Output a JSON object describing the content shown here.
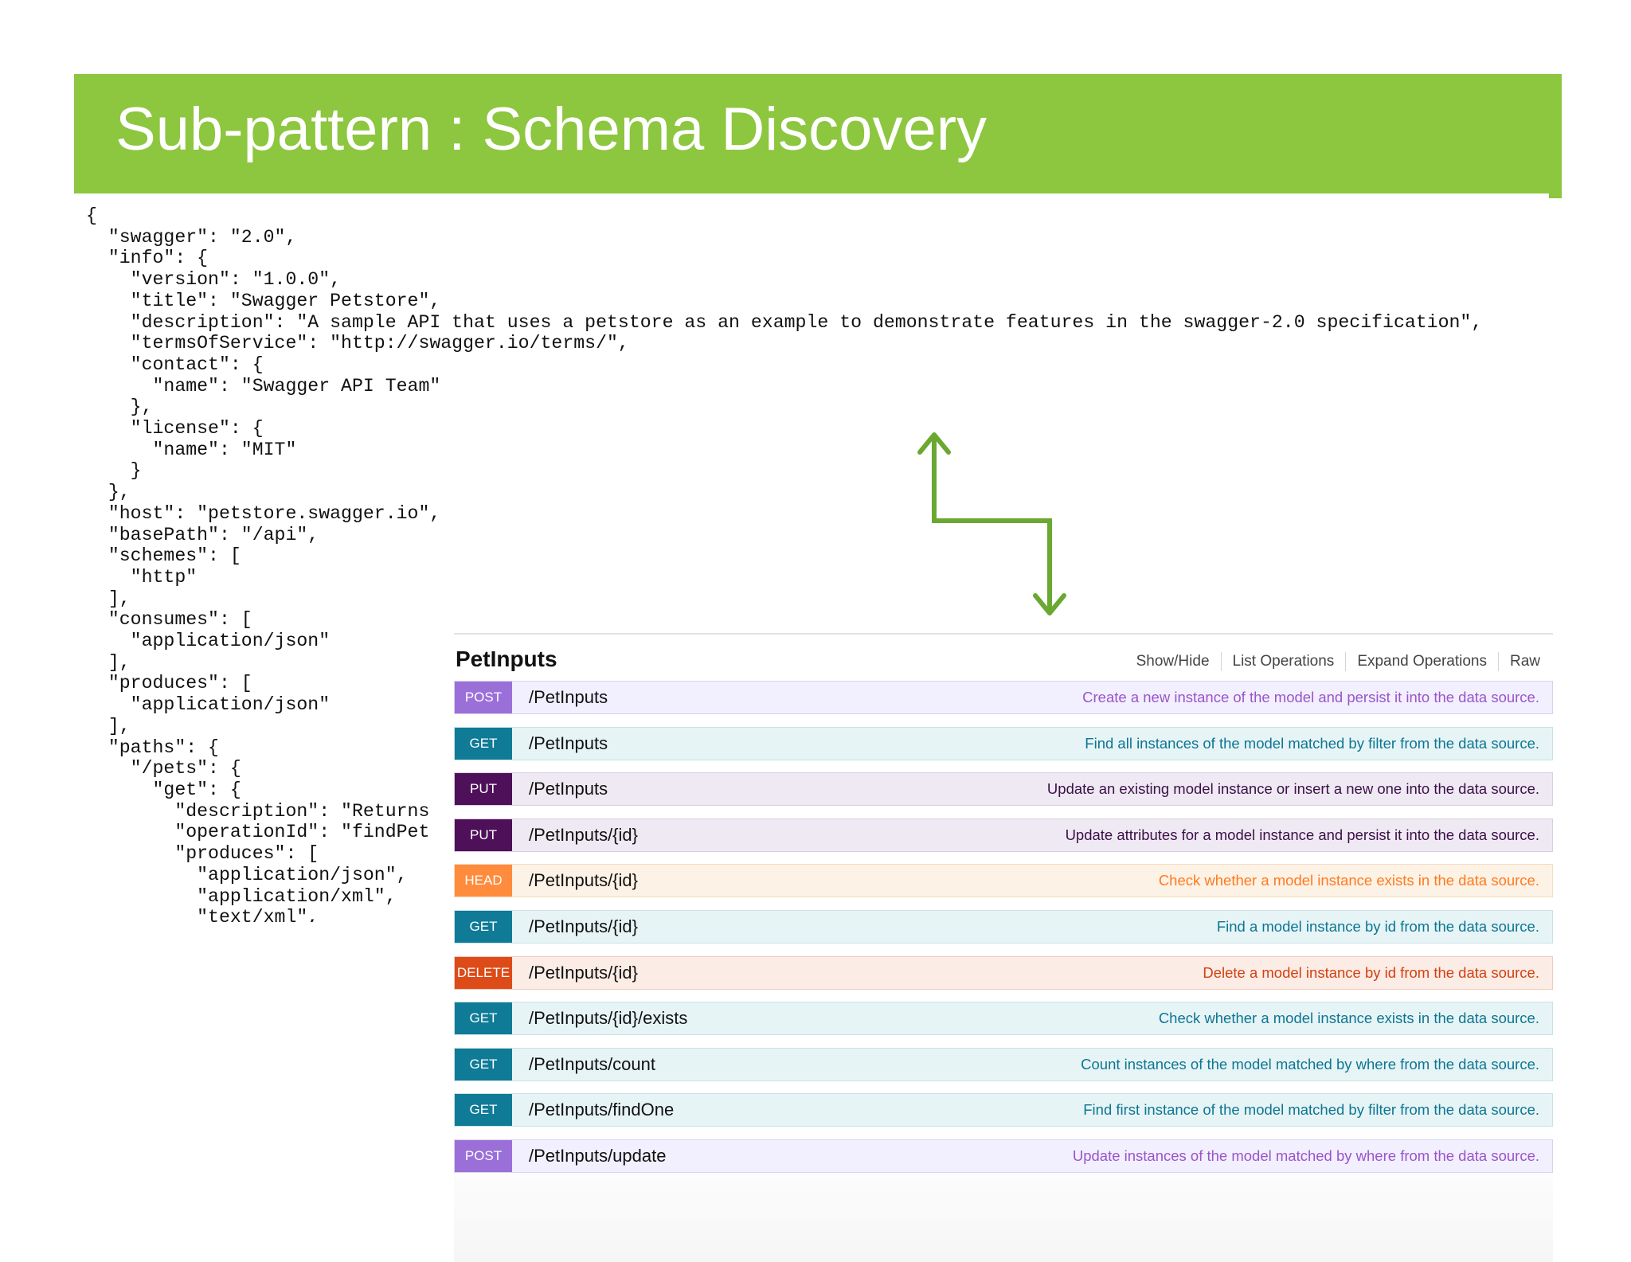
{
  "slide": {
    "title": "Sub-pattern : Schema Discovery"
  },
  "json_code": "{\n  \"swagger\": \"2.0\",\n  \"info\": {\n    \"version\": \"1.0.0\",\n    \"title\": \"Swagger Petstore\",\n    \"description\": \"A sample API that uses a petstore as an example to demonstrate features in the swagger-2.0 specification\",\n    \"termsOfService\": \"http://swagger.io/terms/\",\n    \"contact\": {\n      \"name\": \"Swagger API Team\"\n    },\n    \"license\": {\n      \"name\": \"MIT\"\n    }\n  },\n  \"host\": \"petstore.swagger.io\",\n  \"basePath\": \"/api\",\n  \"schemes\": [\n    \"http\"\n  ],\n  \"consumes\": [\n    \"application/json\"\n  ],\n  \"produces\": [\n    \"application/json\"\n  ],\n  \"paths\": {\n    \"/pets\": {\n      \"get\": {\n        \"description\": \"Returns\n        \"operationId\": \"findPet\n        \"produces\": [\n          \"application/json\",\n          \"application/xml\",\n          \"text/xml\",",
  "resource": {
    "title": "PetInputs",
    "links": [
      "Show/Hide",
      "List Operations",
      "Expand Operations",
      "Raw"
    ]
  },
  "operations": [
    {
      "method": "POST",
      "path": "/PetInputs",
      "description": "Create a new instance of the model and persist it into the data source."
    },
    {
      "method": "GET",
      "path": "/PetInputs",
      "description": "Find all instances of the model matched by filter from the data source."
    },
    {
      "method": "PUT",
      "path": "/PetInputs",
      "description": "Update an existing model instance or insert a new one into the data source."
    },
    {
      "method": "PUT",
      "path": "/PetInputs/{id}",
      "description": "Update attributes for a model instance and persist it into the data source."
    },
    {
      "method": "HEAD",
      "path": "/PetInputs/{id}",
      "description": "Check whether a model instance exists in the data source."
    },
    {
      "method": "GET",
      "path": "/PetInputs/{id}",
      "description": "Find a model instance by id from the data source."
    },
    {
      "method": "DELETE",
      "path": "/PetInputs/{id}",
      "description": "Delete a model instance by id from the data source."
    },
    {
      "method": "GET",
      "path": "/PetInputs/{id}/exists",
      "description": "Check whether a model instance exists in the data source."
    },
    {
      "method": "GET",
      "path": "/PetInputs/count",
      "description": "Count instances of the model matched by where from the data source."
    },
    {
      "method": "GET",
      "path": "/PetInputs/findOne",
      "description": "Find first instance of the model matched by filter from the data source."
    },
    {
      "method": "POST",
      "path": "/PetInputs/update",
      "description": "Update instances of the model matched by where from the data source."
    }
  ],
  "colors": {
    "title_bar": "#8dc63f",
    "arrow": "#6aa832",
    "post": "#9b6fd8",
    "get": "#0f7b97",
    "put": "#4e1059",
    "head": "#ff8b3d",
    "delete": "#dc4b18"
  }
}
